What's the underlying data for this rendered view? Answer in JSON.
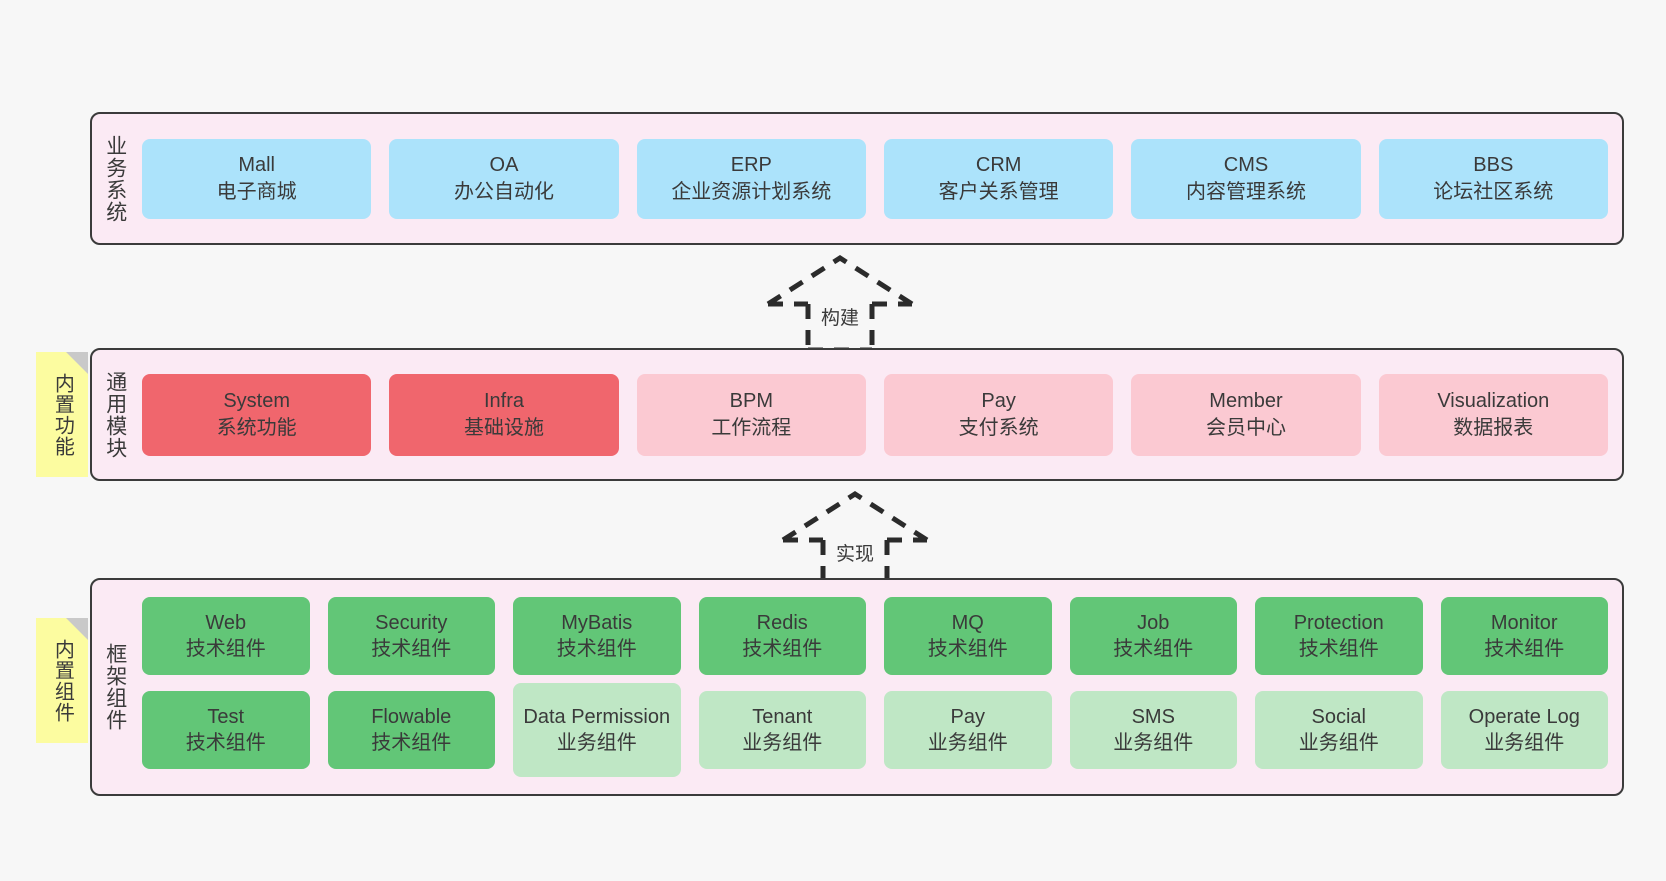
{
  "diagram": {
    "background": "#f7f7f7",
    "panel_color": "#fbeaf4",
    "sticky_color": "#fcfca0"
  },
  "layers": [
    {
      "key": "business",
      "label": "业务系统",
      "sticky": null,
      "rows": [
        {
          "cards": [
            {
              "en": "Mall",
              "cn": "电子商城",
              "color": "#ace3fb"
            },
            {
              "en": "OA",
              "cn": "办公自动化",
              "color": "#ace3fb"
            },
            {
              "en": "ERP",
              "cn": "企业资源计划系统",
              "color": "#ace3fb"
            },
            {
              "en": "CRM",
              "cn": "客户关系管理",
              "color": "#ace3fb"
            },
            {
              "en": "CMS",
              "cn": "内容管理系统",
              "color": "#ace3fb"
            },
            {
              "en": "BBS",
              "cn": "论坛社区系统",
              "color": "#ace3fb"
            }
          ]
        }
      ]
    },
    {
      "key": "module",
      "label": "通用模块",
      "sticky": "内置功能",
      "rows": [
        {
          "cards": [
            {
              "en": "System",
              "cn": "系统功能",
              "color": "#f0666d"
            },
            {
              "en": "Infra",
              "cn": "基础设施",
              "color": "#f0666d"
            },
            {
              "en": "BPM",
              "cn": "工作流程",
              "color": "#fbc9d2"
            },
            {
              "en": "Pay",
              "cn": "支付系统",
              "color": "#fbc9d2"
            },
            {
              "en": "Member",
              "cn": "会员中心",
              "color": "#fbc9d2"
            },
            {
              "en": "Visualization",
              "cn": "数据报表",
              "color": "#fbc9d2"
            }
          ]
        }
      ]
    },
    {
      "key": "framework",
      "label": "框架组件",
      "sticky": "内置组件",
      "rows": [
        {
          "cards": [
            {
              "en": "Web",
              "cn": "技术组件",
              "color": "#62c677"
            },
            {
              "en": "Security",
              "cn": "技术组件",
              "color": "#62c677"
            },
            {
              "en": "MyBatis",
              "cn": "技术组件",
              "color": "#62c677"
            },
            {
              "en": "Redis",
              "cn": "技术组件",
              "color": "#62c677"
            },
            {
              "en": "MQ",
              "cn": "技术组件",
              "color": "#62c677"
            },
            {
              "en": "Job",
              "cn": "技术组件",
              "color": "#62c677"
            },
            {
              "en": "Protection",
              "cn": "技术组件",
              "color": "#62c677"
            },
            {
              "en": "Monitor",
              "cn": "技术组件",
              "color": "#62c677"
            }
          ]
        },
        {
          "cards": [
            {
              "en": "Test",
              "cn": "技术组件",
              "color": "#62c677"
            },
            {
              "en": "Flowable",
              "cn": "技术组件",
              "color": "#62c677"
            },
            {
              "en": "Data Permission",
              "cn": "业务组件",
              "color": "#bfe7c5"
            },
            {
              "en": "Tenant",
              "cn": "业务组件",
              "color": "#bfe7c5"
            },
            {
              "en": "Pay",
              "cn": "业务组件",
              "color": "#bfe7c5"
            },
            {
              "en": "SMS",
              "cn": "业务组件",
              "color": "#bfe7c5"
            },
            {
              "en": "Social",
              "cn": "业务组件",
              "color": "#bfe7c5"
            },
            {
              "en": "Operate Log",
              "cn": "业务组件",
              "color": "#bfe7c5"
            }
          ]
        }
      ]
    }
  ],
  "connectors": [
    {
      "key": "build",
      "label": "构建"
    },
    {
      "key": "implement",
      "label": "实现"
    }
  ]
}
